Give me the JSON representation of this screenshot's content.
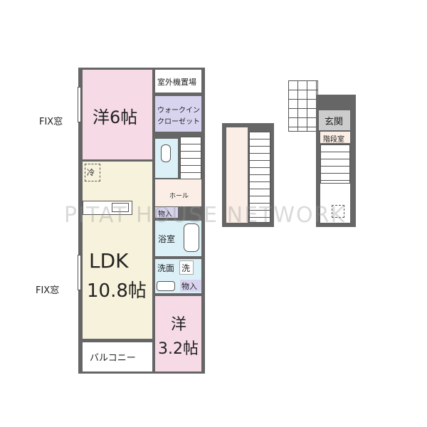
{
  "rooms": {
    "western1": "洋6帖",
    "outdoor_unit": "室外機置場",
    "walkin_1": "ウォークイン",
    "walkin_2": "クローゼット",
    "hall": "ホール",
    "storage1": "物入",
    "bath": "浴室",
    "washroom": "洗面",
    "washer": "洗",
    "storage2": "物入",
    "ldk_1": "LDK",
    "ldk_2": "10.8帖",
    "fridge": "冷",
    "western2_1": "洋",
    "western2_2": "3.2帖",
    "balcony": "バルコニー",
    "entrance": "玄関",
    "stairwell": "階段室"
  },
  "labels": {
    "fix1": "FIX窓",
    "fix2": "FIX窓"
  },
  "watermark": "PITAT HOUSE NETWORK"
}
